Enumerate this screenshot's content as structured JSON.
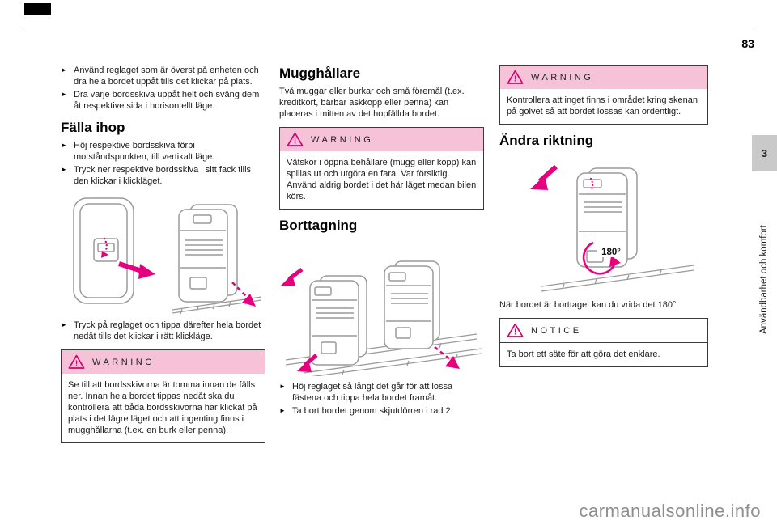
{
  "page": {
    "number": "83",
    "chapter_tab": "3",
    "chapter_vertical_title": "Användbarhet och komfort",
    "watermark": "carmanualsonline.info"
  },
  "glyphs": {
    "bullet": "►"
  },
  "colors": {
    "warning_header_bg": "#f6c2d8",
    "accent_magenta": "#e6007e",
    "tab_bg": "#c9c9c9",
    "watermark_gray": "#8e8e8e"
  },
  "col1": {
    "bullets_top": [
      "Använd reglaget som är överst på enheten och dra hela bordet uppåt tills det klickar på plats.",
      "Dra varje bordsskiva uppåt helt och sväng dem åt respektive sida i horisontellt läge."
    ],
    "heading": "Fälla ihop",
    "bullets_mid": [
      "Höj respektive bordsskiva förbi motståndspunkten, till vertikalt läge.",
      "Tryck ner respektive bordsskiva i sitt fack tills den klickar i klickläget."
    ],
    "bullet_after_image": "Tryck på reglaget och tippa därefter hela bordet nedåt tills det klickar i rätt klickläge.",
    "warning": {
      "title": "WARNING",
      "body": "Se till att bordsskivorna är tomma innan de fälls ner. Innan hela bordet tippas nedåt ska du kontrollera att båda bordsskivorna har klickat på plats i det lägre läget och att ingenting finns i mugghållarna (t.ex. en burk eller penna)."
    }
  },
  "col2": {
    "heading_cupholder": "Mugghållare",
    "intro": "Två muggar eller burkar och små föremål (t.ex. kreditkort, bärbar askkopp eller penna) kan placeras i mitten av det hopfällda bordet.",
    "warning": {
      "title": "WARNING",
      "body": "Vätskor i öppna behållare (mugg eller kopp) kan spillas ut och utgöra en fara. Var försiktig. Använd aldrig bordet i det här läget medan bilen körs."
    },
    "heading_removal": "Borttagning",
    "bullets": [
      "Höj reglaget så långt det går för att lossa fästena och tippa hela bordet framåt.",
      "Ta bort bordet genom skjutdörren i rad 2."
    ]
  },
  "col3": {
    "warning": {
      "title": "WARNING",
      "body": "Kontrollera att inget finns i området kring skenan på golvet så att bordet lossas kan ordentligt."
    },
    "heading": "Ändra riktning",
    "rotation_label": "180°",
    "caption": "När bordet är borttaget kan du vrida det 180°.",
    "notice": {
      "title": "NOTICE",
      "body": "Ta bort ett säte för att göra det enklare."
    }
  }
}
